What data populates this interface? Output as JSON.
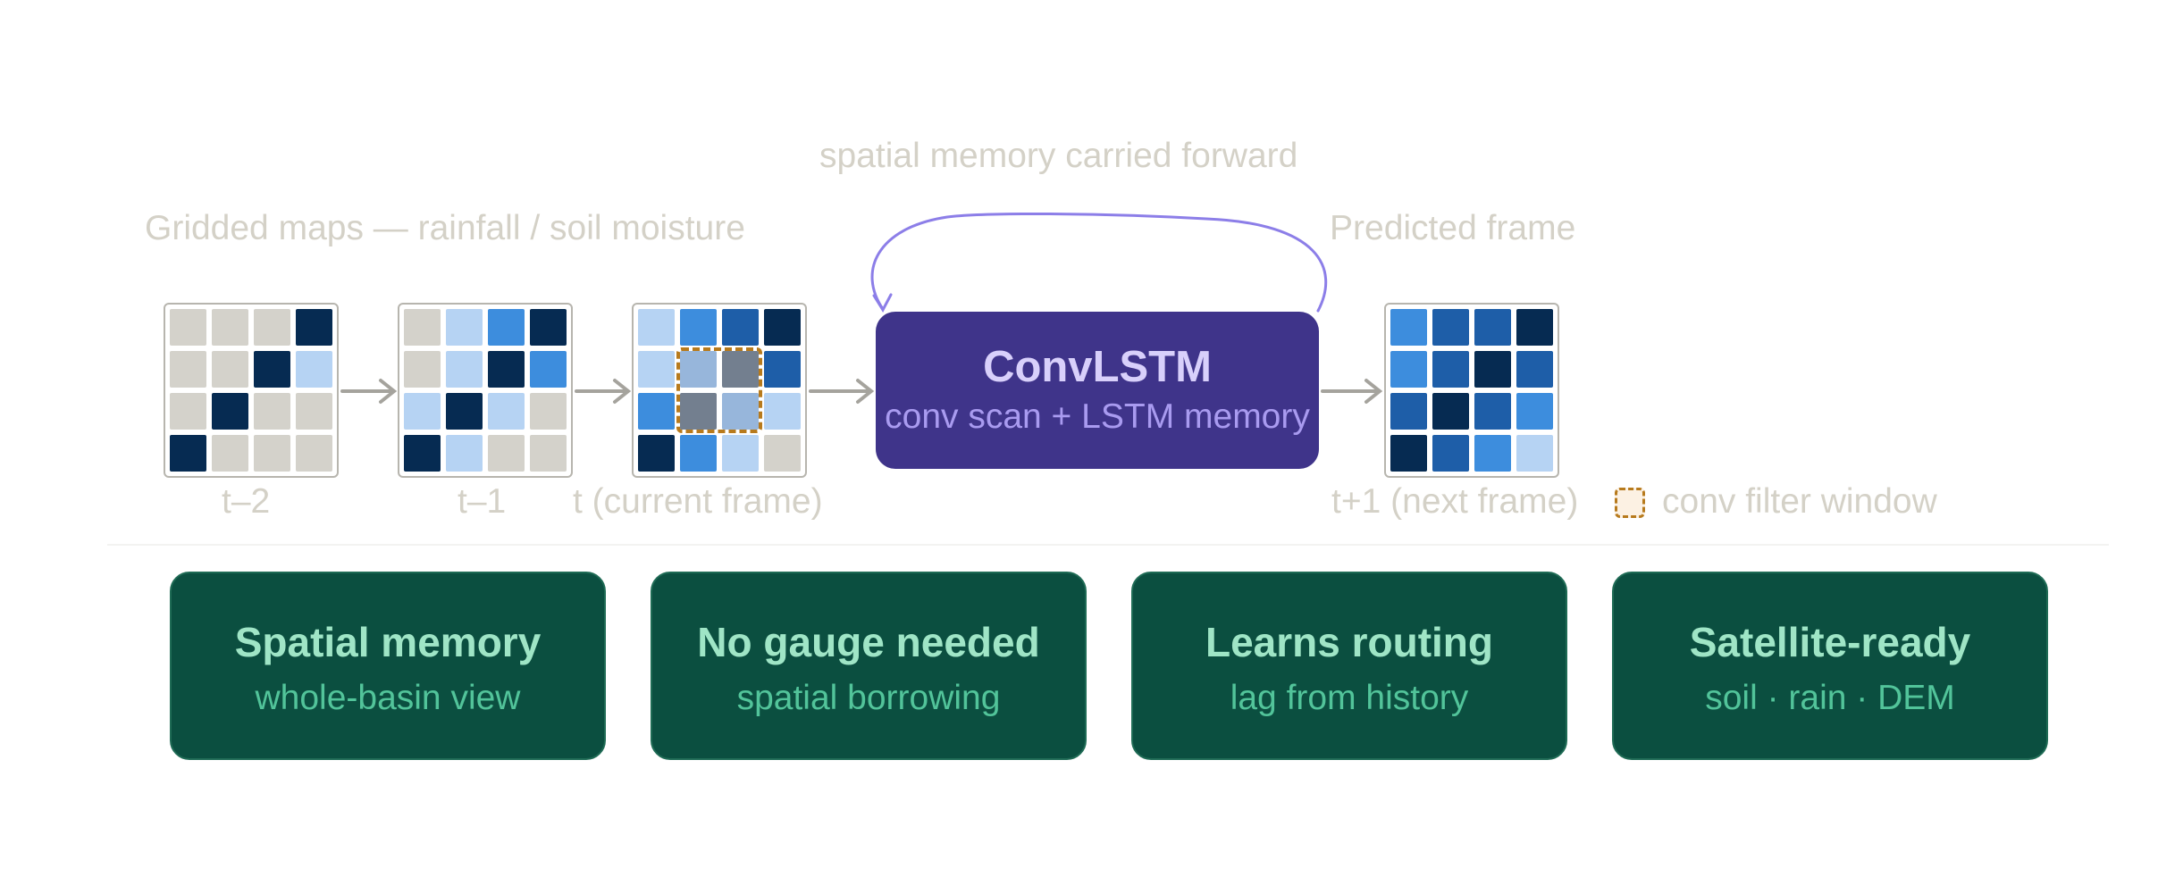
{
  "diagram": {
    "loop_label": "spatial memory carried forward",
    "input_caption": "Gridded maps — rainfall / soil moisture",
    "output_caption": "Predicted frame",
    "model": {
      "title": "ConvLSTM",
      "subtitle": "conv scan + LSTM memory"
    },
    "frame_labels": {
      "t_minus_2": "t–2",
      "t_minus_1": "t–1",
      "t_current": "t (current frame)",
      "t_next": "t+1 (next frame)"
    },
    "legend": {
      "filter_window": "conv filter window"
    }
  },
  "cards": [
    {
      "title": "Spatial memory",
      "subtitle": "whole-basin view"
    },
    {
      "title": "No gauge needed",
      "subtitle": "spatial borrowing"
    },
    {
      "title": "Learns routing",
      "subtitle": "lag from history"
    },
    {
      "title": "Satellite-ready",
      "subtitle": "soil · rain · DEM"
    }
  ],
  "colors": {
    "empty": "#d4d2cb",
    "light": "#b6d3f3",
    "medium": "#3d8ddd",
    "strong": "#1e5ea8",
    "dark": "#062b52",
    "filter_light": "#97b6db",
    "filter_dark": "#737f8f",
    "filter_outline": "#b77a1c",
    "model_fill": "#3f348a",
    "loop_arrow": "#8c7ee8",
    "arrow": "#a5a39d",
    "card_fill": "#0b4f40"
  },
  "grids": [
    {
      "name": "frame-t-minus-2",
      "cells": [
        [
          "empty",
          "empty",
          "empty",
          "dark"
        ],
        [
          "empty",
          "empty",
          "dark",
          "light"
        ],
        [
          "empty",
          "dark",
          "empty",
          "empty"
        ],
        [
          "dark",
          "empty",
          "empty",
          "empty"
        ]
      ]
    },
    {
      "name": "frame-t-minus-1",
      "cells": [
        [
          "empty",
          "light",
          "medium",
          "dark"
        ],
        [
          "empty",
          "light",
          "dark",
          "medium"
        ],
        [
          "light",
          "dark",
          "light",
          "empty"
        ],
        [
          "dark",
          "light",
          "empty",
          "empty"
        ]
      ]
    },
    {
      "name": "frame-t-current",
      "cells": [
        [
          "light",
          "medium",
          "strong",
          "dark"
        ],
        [
          "light",
          "filter_light",
          "filter_dark",
          "strong"
        ],
        [
          "medium",
          "filter_dark",
          "filter_light",
          "light"
        ],
        [
          "dark",
          "medium",
          "light",
          "empty"
        ]
      ]
    },
    {
      "name": "frame-t-plus-1",
      "cells": [
        [
          "medium",
          "strong",
          "strong",
          "dark"
        ],
        [
          "medium",
          "strong",
          "dark",
          "strong"
        ],
        [
          "strong",
          "dark",
          "strong",
          "medium"
        ],
        [
          "dark",
          "strong",
          "medium",
          "light"
        ]
      ]
    }
  ]
}
